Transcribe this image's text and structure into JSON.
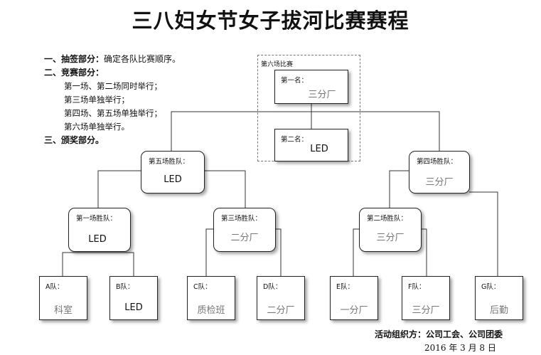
{
  "title": "三八妇女节女子拔河比赛赛程",
  "rules": {
    "draw": {
      "head": "一、抽签部分：",
      "text": "确定各队比赛顺序。"
    },
    "competition": {
      "head": "二、竞赛部分：",
      "items": [
        "第一场、第二场同时举行；",
        "第三场单独举行；",
        "第四场、第五场单独举行；",
        "第六场单独举行。"
      ]
    },
    "award": {
      "head": "三、颁奖部分。"
    }
  },
  "final": {
    "label": "第六场比赛",
    "first": {
      "label": "第一名：",
      "value": "三分厂"
    },
    "second": {
      "label": "第二名：",
      "value": "LED"
    }
  },
  "round2": {
    "match5": {
      "label": "第五场胜队：",
      "value": "LED"
    },
    "match4": {
      "label": "第四场胜队：",
      "value": "三分厂"
    }
  },
  "round1": {
    "match1": {
      "label": "第一场胜队：",
      "value": "LED"
    },
    "match3": {
      "label": "第三场胜队：",
      "value": "二分厂"
    },
    "match2": {
      "label": "第二场胜队：",
      "value": "三分厂"
    }
  },
  "teams": [
    {
      "label": "A队：",
      "value": "科室"
    },
    {
      "label": "B队：",
      "value": "LED"
    },
    {
      "label": "C队：",
      "value": "质检班"
    },
    {
      "label": "D队：",
      "value": "二分厂"
    },
    {
      "label": "E队：",
      "value": "一分厂"
    },
    {
      "label": "F队：",
      "value": "三分厂"
    },
    {
      "label": "G队：",
      "value": "后勤"
    }
  ],
  "footer": {
    "organizer": "活动组织方：公司工会、公司团委",
    "date": "2016 年 3 月 8 日"
  }
}
